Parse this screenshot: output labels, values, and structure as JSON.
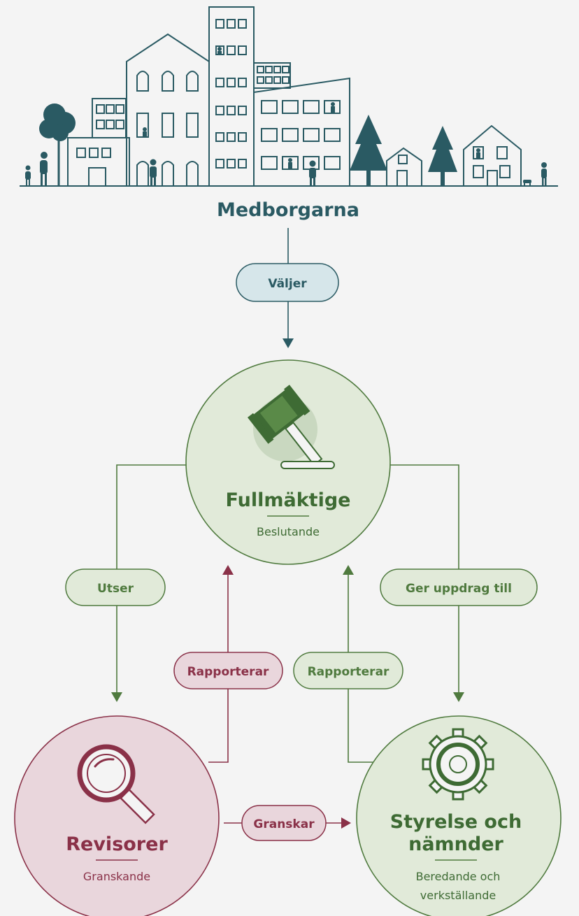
{
  "title": "Medborgarna",
  "edges": {
    "valjer": "Väljer",
    "utser": "Utser",
    "ger_uppdrag": "Ger uppdrag till",
    "rapporterar_revisorer": "Rapporterar",
    "rapporterar_styrelse": "Rapporterar",
    "granskar": "Granskar"
  },
  "nodes": {
    "fullmaktige": {
      "title": "Fullmäktige",
      "subtitle": "Beslutande",
      "icon": "gavel-icon"
    },
    "revisorer": {
      "title": "Revisorer",
      "subtitle": "Granskande",
      "icon": "magnifier-icon"
    },
    "styrelse": {
      "title_line1": "Styrelse och",
      "title_line2": "nämnder",
      "subtitle_line1": "Beredande och",
      "subtitle_line2": "verkställande",
      "icon": "gear-icon"
    }
  },
  "colors": {
    "teal": "#2a5a63",
    "teal_fill": "#d6e6ea",
    "green": "#4f7a3e",
    "green_fill": "#e1ead9",
    "green_dark": "#3e6b34",
    "red": "#8a3148",
    "red_fill": "#e9d6dc",
    "background": "#f4f4f4"
  }
}
